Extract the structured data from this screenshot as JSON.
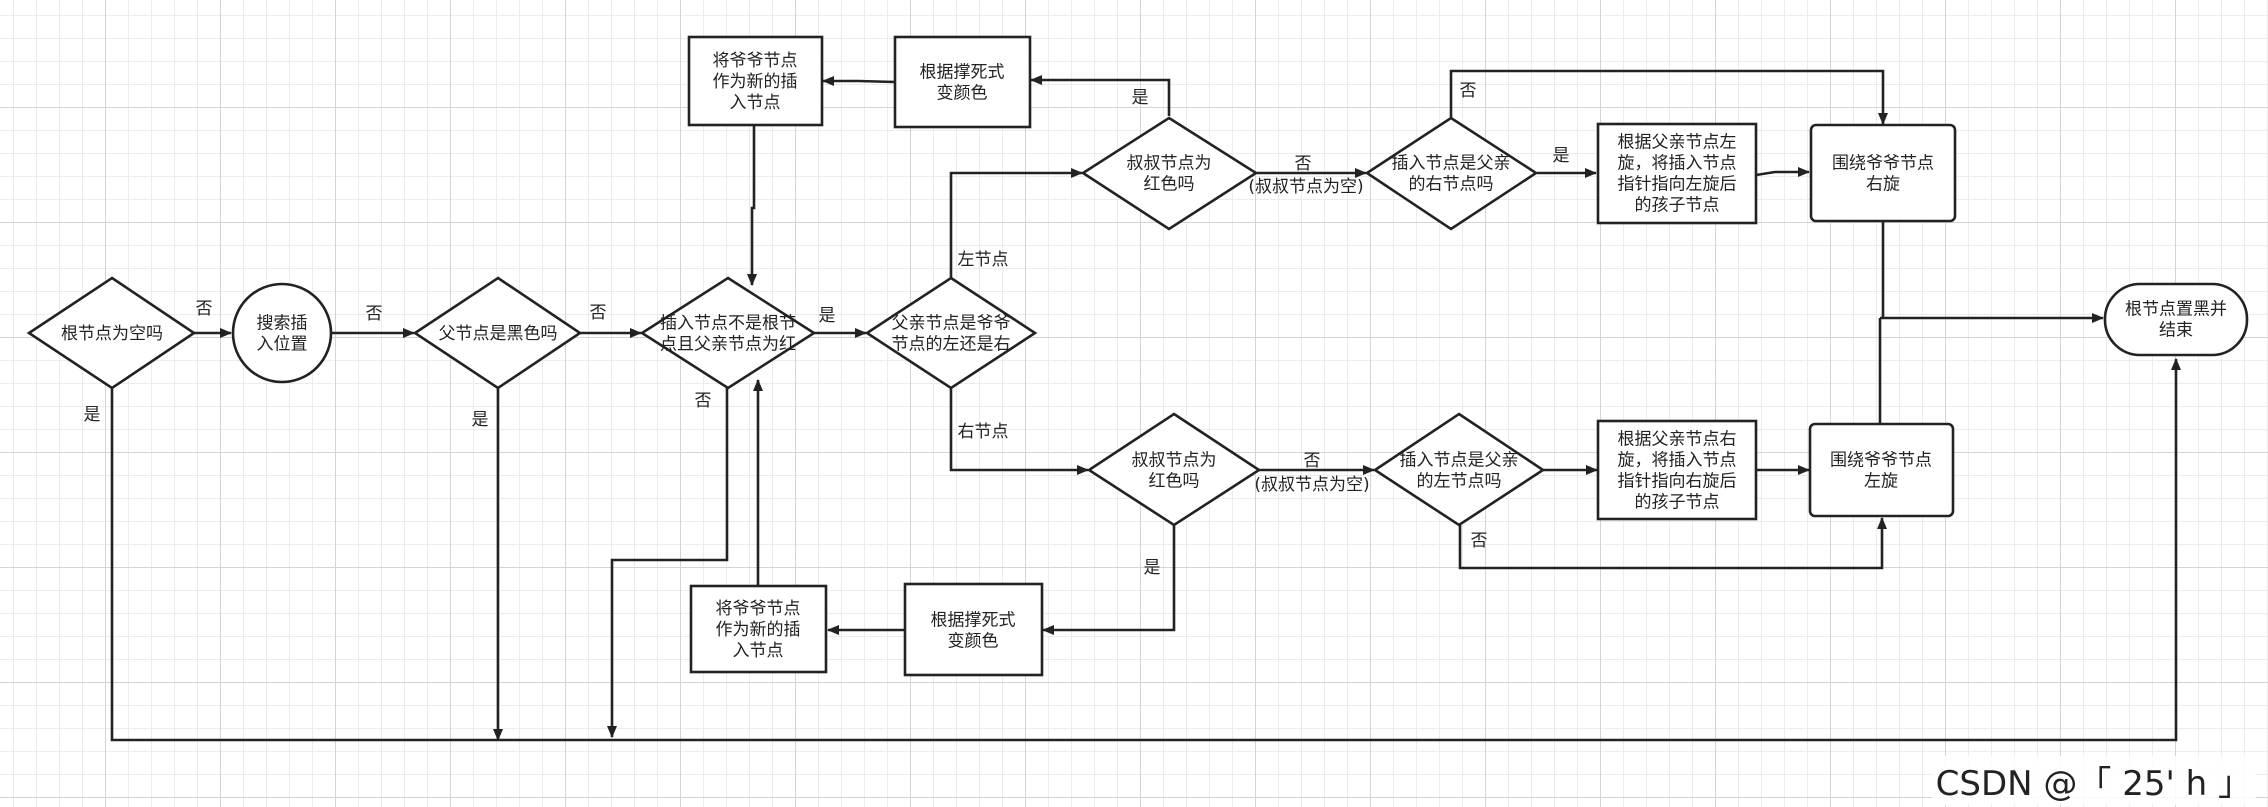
{
  "nodes": {
    "root_empty": "根节点为空吗",
    "search_pos": "搜索插\n入位置",
    "parent_black": "父节点是黑色吗",
    "not_root_red": "插入节点不是根节\n点且父亲节点为红",
    "left_or_right": "父亲节点是爷爷\n节点的左还是右",
    "uncle_red_top": "叔叔节点为\n红色吗",
    "uncle_red_bottom": "叔叔节点为\n红色吗",
    "recolor_top": "根据撑死式\n变颜色",
    "recolor_bottom": "根据撑死式\n变颜色",
    "grandpa_new_top": "将爷爷节点\n作为新的插\n入节点",
    "grandpa_new_bottom": "将爷爷节点\n作为新的插\n入节点",
    "is_right_child": "插入节点是父亲\n的右节点吗",
    "is_left_child": "插入节点是父亲\n的左节点吗",
    "rotate_left_parent": "根据父亲节点左\n旋，将插入节点\n指针指向左旋后\n的孩子节点",
    "rotate_right_parent": "根据父亲节点右\n旋，将插入节点\n指针指向右旋后\n的孩子节点",
    "rotate_right_grandpa": "围绕爷爷节点\n右旋",
    "rotate_left_grandpa": "围绕爷爷节点\n左旋",
    "end_black": "根节点置黑并\n结束"
  },
  "edge_labels": {
    "no_1": "否",
    "yes_1": "是",
    "no_2": "否",
    "no_3": "否",
    "yes_2": "是",
    "yes_3": "是",
    "no_4": "否",
    "left_child": "左节点",
    "right_child": "右节点",
    "yes_top": "是",
    "no_top": "否",
    "uncle_null_top": "(叔叔节点为空)",
    "no_right_child": "否",
    "yes_right_child": "是",
    "yes_bottom": "是",
    "no_bottom": "否",
    "uncle_null_bottom": "(叔叔节点为空)",
    "no_left_child": "否"
  },
  "watermark": "CSDN @「 25' h 」"
}
